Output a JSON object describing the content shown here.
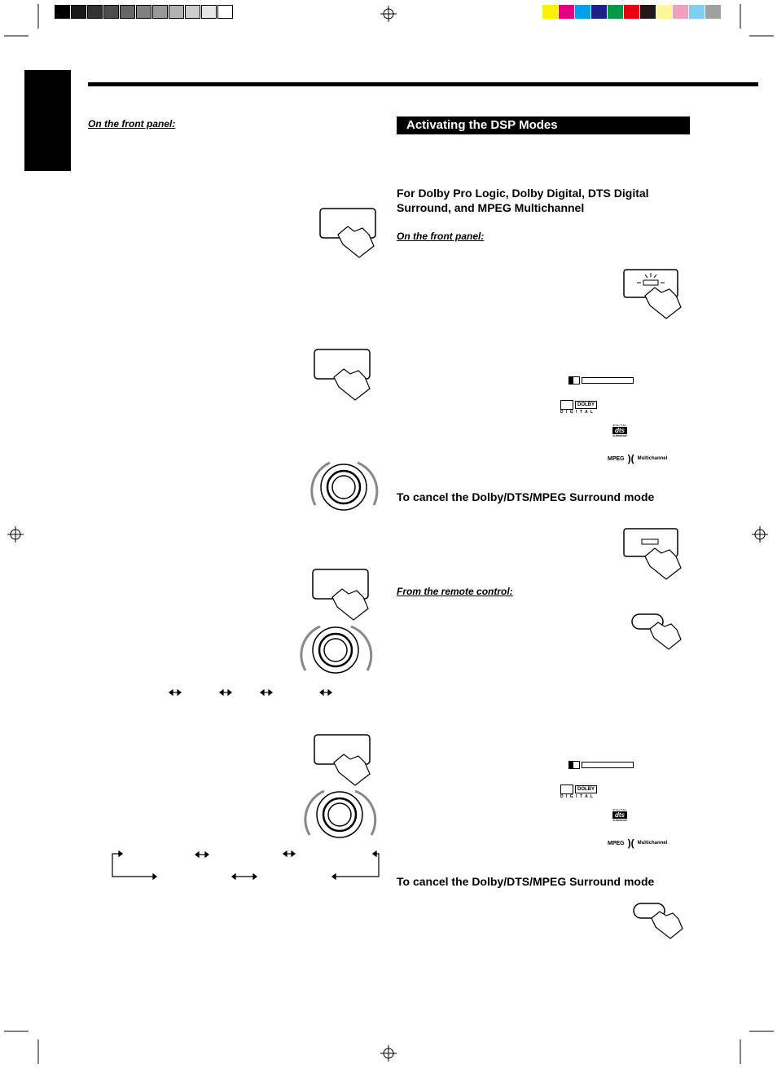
{
  "colors": {
    "grayscale": [
      "#000000",
      "#1a1a1a",
      "#333333",
      "#4d4d4d",
      "#666666",
      "#808080",
      "#999999",
      "#b3b3b3",
      "#cccccc",
      "#e6e6e6",
      "#ffffff"
    ],
    "process": [
      "#ffef00",
      "#e4007f",
      "#00a0e9",
      "#1d2088",
      "#009944",
      "#e60012",
      "#231815",
      "#fff799",
      "#f19ec2",
      "#7ecef4",
      "#9fa0a0"
    ]
  },
  "left": {
    "front_panel_label": "On the front panel:"
  },
  "right": {
    "section_title": "Activating the DSP Modes",
    "dolby_heading_line1": "For Dolby Pro Logic, Dolby Digital, DTS Digital",
    "dolby_heading_line2": "Surround, and MPEG Multichannel",
    "front_panel_label": "On the front panel:",
    "cancel_heading_1": "To cancel the Dolby/DTS/MPEG Surround mode",
    "remote_label": "From the remote control:",
    "cancel_heading_2": "To cancel the Dolby/DTS/MPEG Surround mode",
    "logos": {
      "dolby": "DOLBY",
      "digital": "D I G I T A L",
      "dts_top": "D I G I T A L",
      "dts": "dts",
      "dts_bottom": "SURROUND",
      "mpeg": "MPEG",
      "multichannel": "Multichannel"
    }
  }
}
